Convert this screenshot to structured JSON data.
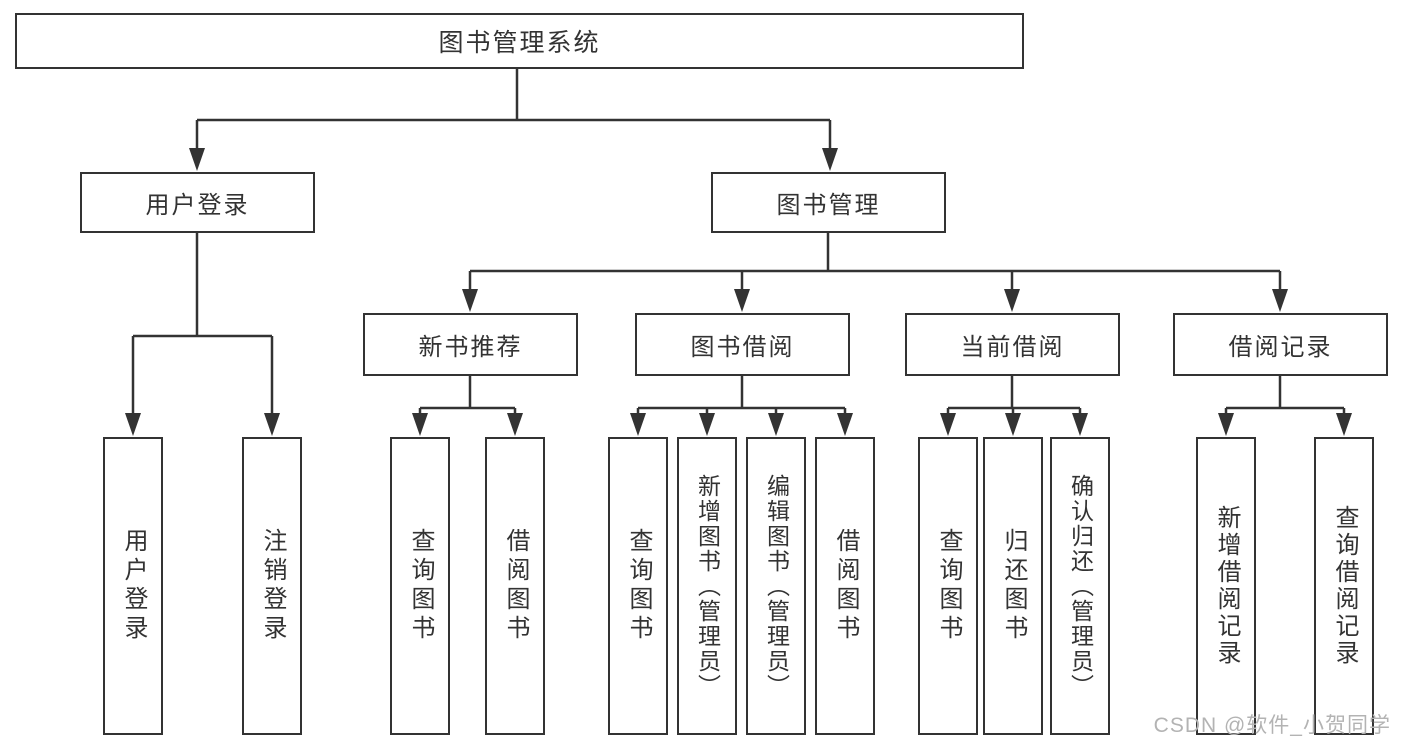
{
  "diagram": {
    "title": "图书管理系统",
    "nodes": {
      "root": {
        "label": "图书管理系统"
      },
      "user_login": {
        "label": "用户登录"
      },
      "book_management": {
        "label": "图书管理"
      },
      "new_book_recommend": {
        "label": "新书推荐"
      },
      "book_borrow": {
        "label": "图书借阅"
      },
      "current_borrow": {
        "label": "当前借阅"
      },
      "borrow_record": {
        "label": "借阅记录"
      },
      "leaf_user_login": {
        "label": "用户登录"
      },
      "leaf_logout": {
        "label": "注销登录"
      },
      "leaf_query_book_recommend": {
        "label": "查询图书"
      },
      "leaf_borrow_book_recommend": {
        "label": "借阅图书"
      },
      "leaf_query_book_borrow": {
        "label": "查询图书"
      },
      "leaf_add_book_admin": {
        "label": "新增图书（管理员）"
      },
      "leaf_edit_book_admin": {
        "label": "编辑图书（管理员）"
      },
      "leaf_borrow_book_borrow": {
        "label": "借阅图书"
      },
      "leaf_query_book_current": {
        "label": "查询图书"
      },
      "leaf_return_book": {
        "label": "归还图书"
      },
      "leaf_confirm_return_admin": {
        "label": "确认归还（管理员）"
      },
      "leaf_add_borrow_record": {
        "label": "新增借阅记录"
      },
      "leaf_query_borrow_record": {
        "label": "查询借阅记录"
      }
    },
    "hierarchy": {
      "root": "图书管理系统",
      "children": [
        {
          "label": "用户登录",
          "children": [
            "用户登录",
            "注销登录"
          ]
        },
        {
          "label": "图书管理",
          "children": [
            {
              "label": "新书推荐",
              "children": [
                "查询图书",
                "借阅图书"
              ]
            },
            {
              "label": "图书借阅",
              "children": [
                "查询图书",
                "新增图书（管理员）",
                "编辑图书（管理员）",
                "借阅图书"
              ]
            },
            {
              "label": "当前借阅",
              "children": [
                "查询图书",
                "归还图书",
                "确认归还（管理员）"
              ]
            },
            {
              "label": "借阅记录",
              "children": [
                "新增借阅记录",
                "查询借阅记录"
              ]
            }
          ]
        }
      ]
    }
  },
  "watermark": {
    "text": "CSDN @软件_小贺同学"
  },
  "colors": {
    "line": "#333333",
    "box_border": "#333333",
    "text": "#333333",
    "background": "#ffffff",
    "watermark": "#b3b3b3"
  }
}
